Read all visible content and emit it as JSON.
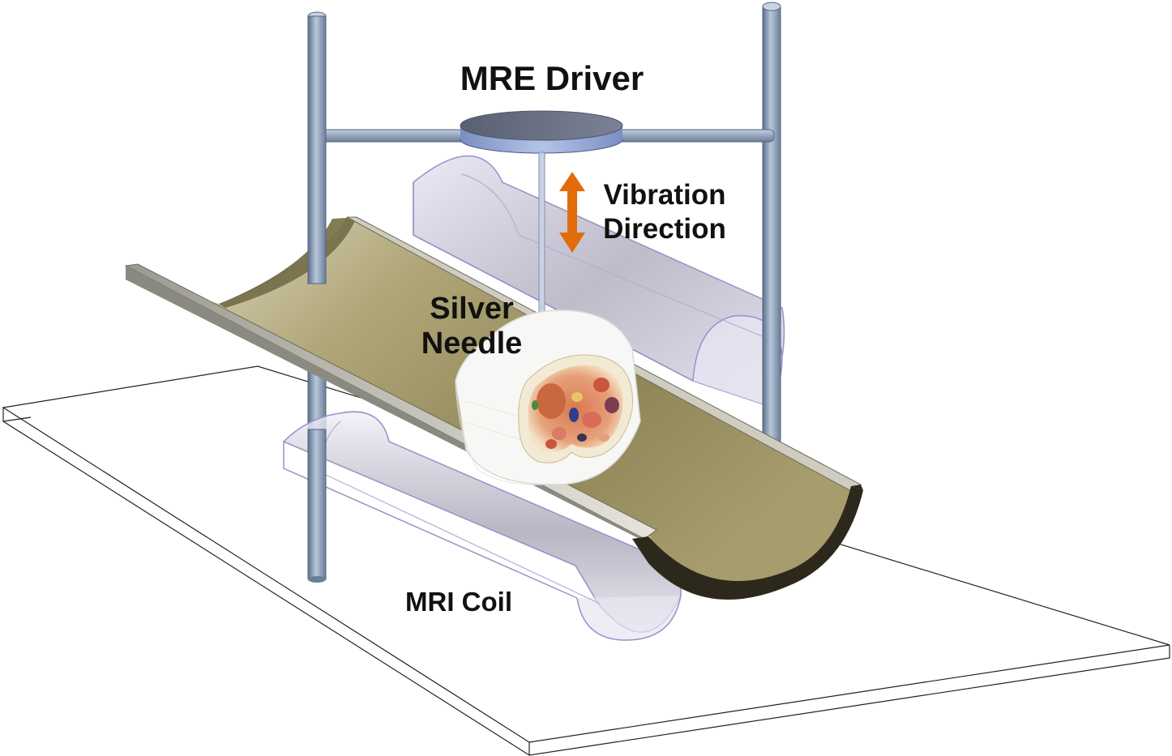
{
  "labels": {
    "driver": "MRE Driver",
    "vibration_line1": "Vibration",
    "vibration_line2": "Direction",
    "needle_line1": "Silver",
    "needle_line2": "Needle",
    "coil": "MRI Coil"
  },
  "colors": {
    "arrow": "#e36c0a",
    "rod": "#7f92ad",
    "driver_disc": "#5b6275",
    "cradle": "#a39a6a",
    "cradle_edge": "#2a2418",
    "coil_outline": "#9a8fc9",
    "platform_outline": "#222222"
  }
}
